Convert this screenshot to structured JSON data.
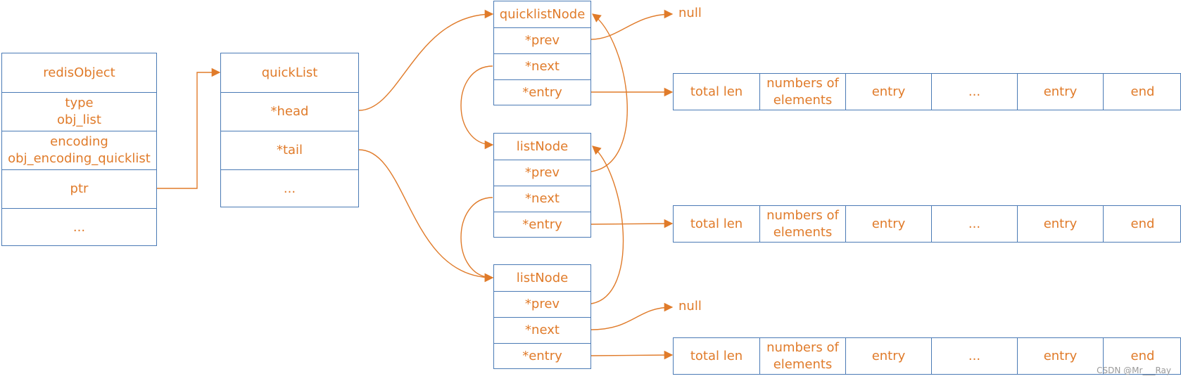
{
  "colors": {
    "box_border": "#4a7ab5",
    "text": "#e07b2a",
    "arrow": "#e07b2a"
  },
  "redis_object": {
    "title": "redisObject",
    "type_line1": "type",
    "type_line2": "obj_list",
    "encoding_line1": "encoding",
    "encoding_line2": "obj_encoding_quicklist",
    "ptr": "ptr",
    "more": "..."
  },
  "quicklist": {
    "title": "quickList",
    "head": "*head",
    "tail": "*tail",
    "more": "..."
  },
  "nodes": [
    {
      "title": "quicklistNode",
      "prev": "*prev",
      "next": "*next",
      "entry": "*entry"
    },
    {
      "title": "listNode",
      "prev": "*prev",
      "next": "*next",
      "entry": "*entry"
    },
    {
      "title": "listNode",
      "prev": "*prev",
      "next": "*next",
      "entry": "*entry"
    }
  ],
  "ziplists": [
    {
      "total_len": "total len",
      "numbers_line1": "numbers of",
      "numbers_line2": "elements",
      "entry1": "entry",
      "dots": "...",
      "entry2": "entry",
      "end": "end"
    },
    {
      "total_len": "total len",
      "numbers_line1": "numbers of",
      "numbers_line2": "elements",
      "entry1": "entry",
      "dots": "...",
      "entry2": "entry",
      "end": "end"
    },
    {
      "total_len": "total len",
      "numbers_line1": "numbers of",
      "numbers_line2": "elements",
      "entry1": "entry",
      "dots": "...",
      "entry2": "entry",
      "end": "end"
    }
  ],
  "null_labels": [
    "null",
    "null"
  ],
  "watermark": "CSDN @Mr___Ray"
}
